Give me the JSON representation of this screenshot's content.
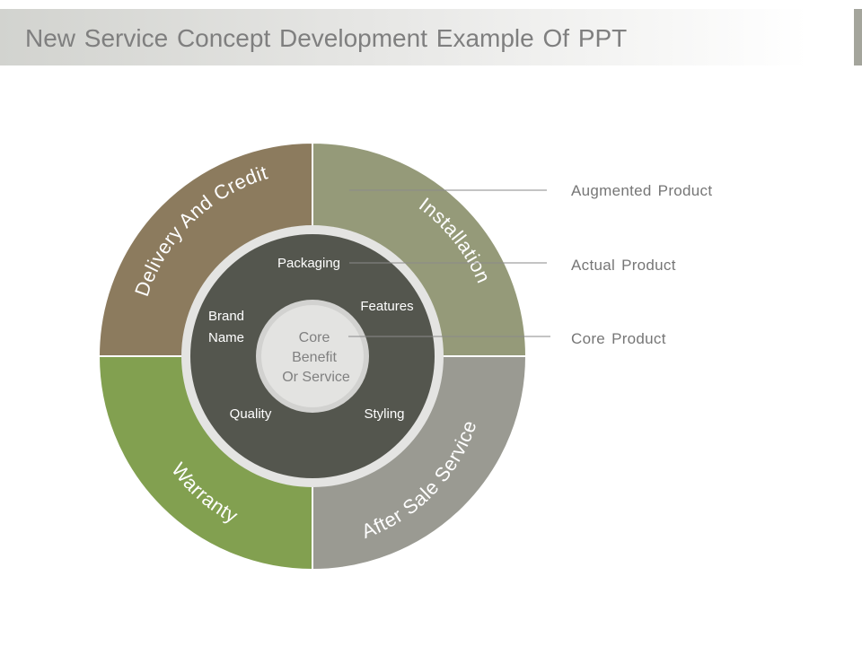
{
  "title": "New Service Concept Development Example Of PPT",
  "outer_ring": [
    {
      "label": "Delivery And Credit",
      "color": "#8c7b5e"
    },
    {
      "label": "Installation",
      "color": "#959a79"
    },
    {
      "label": "Warranty",
      "color": "#82a050"
    },
    {
      "label": "After Sale Service",
      "color": "#9a9a92"
    }
  ],
  "middle_ring": {
    "color": "#54564e",
    "items": [
      "Packaging",
      "Features",
      "Brand",
      "Name",
      "Quality",
      "Styling"
    ]
  },
  "core": {
    "lines": [
      "Core",
      "Benefit",
      "Or Service"
    ],
    "color": "#e3e3e1"
  },
  "legend": [
    "Augmented  Product",
    "Actual Product",
    "Core Product"
  ]
}
